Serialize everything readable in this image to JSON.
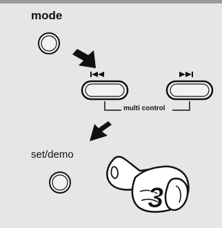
{
  "labels": {
    "mode": "mode",
    "set_demo": "set/demo",
    "multi_control": "multi control",
    "step_number": "3"
  },
  "icons": {
    "prev": "skip-back-icon",
    "next": "skip-forward-icon",
    "pointer": "pointing-arrow-icon",
    "hand": "pressing-hand-icon"
  },
  "colors": {
    "panel_bg": "#e6e6e6",
    "top_strip": "#9a9a9a",
    "ink": "#111111",
    "button_fill": "#f2f2f2"
  }
}
